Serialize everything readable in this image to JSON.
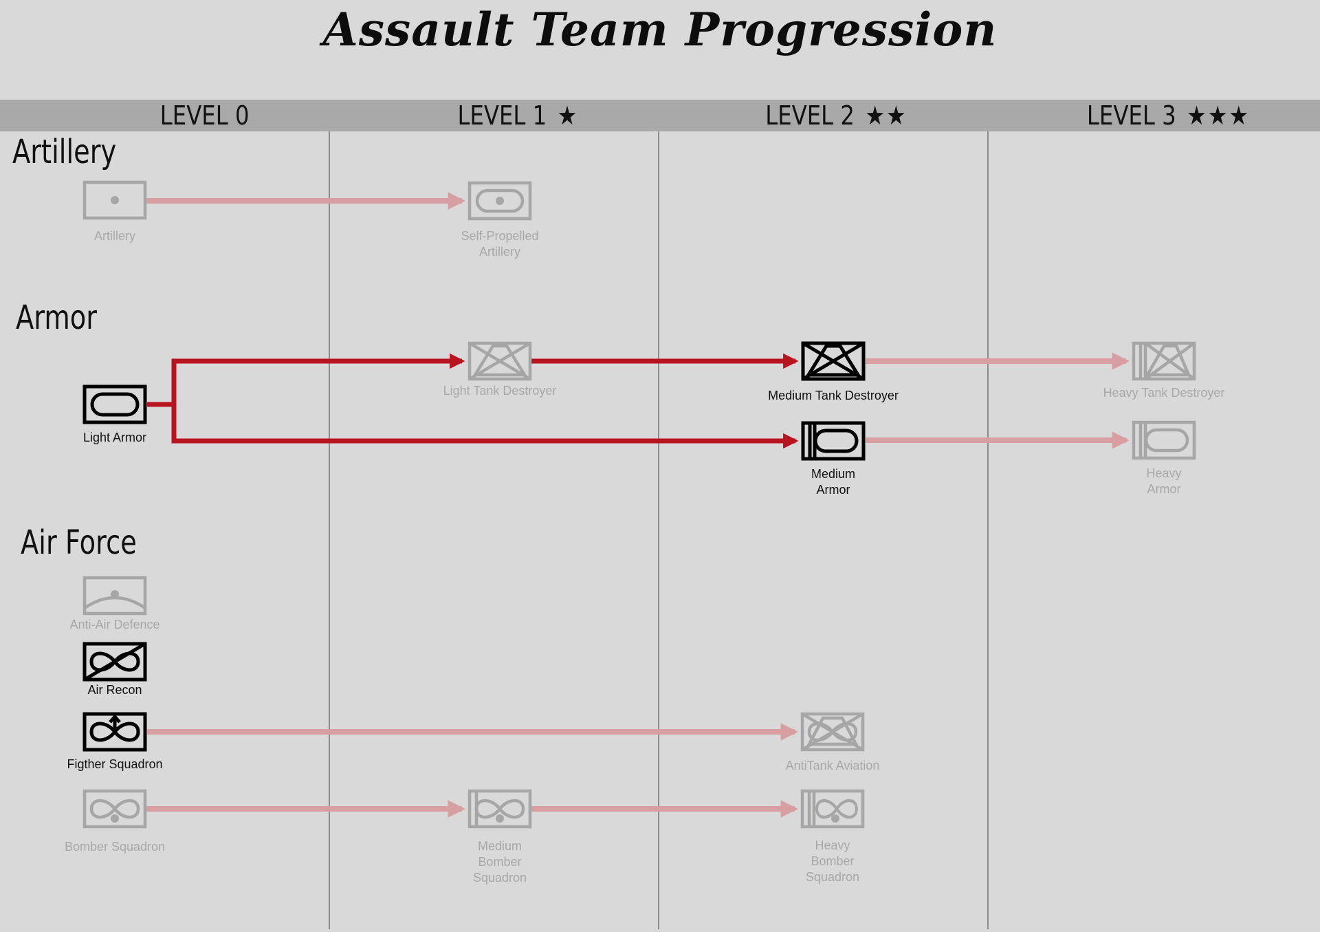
{
  "title": "Assault Team Progression",
  "levels": [
    {
      "label": "LEVEL 0",
      "stars": ""
    },
    {
      "label": "LEVEL 1",
      "stars": "★"
    },
    {
      "label": "LEVEL 2",
      "stars": "★★"
    },
    {
      "label": "LEVEL 3",
      "stars": "★★★"
    }
  ],
  "sections": {
    "artillery": "Artillery",
    "armor": "Armor",
    "air_force": "Air Force"
  },
  "units": {
    "artillery": {
      "label": "Artillery",
      "active": false,
      "symbol": "artillery"
    },
    "sp_artillery": {
      "label": "Self-Propelled\nArtillery",
      "active": false,
      "symbol": "sp-artillery"
    },
    "light_armor": {
      "label": "Light Armor",
      "active": true,
      "symbol": "armor"
    },
    "light_td": {
      "label": "Light Tank Destroyer",
      "active": false,
      "symbol": "tank-destroyer"
    },
    "medium_td": {
      "label": "Medium Tank Destroyer",
      "active": true,
      "symbol": "tank-destroyer"
    },
    "medium_armor": {
      "label": "Medium\nArmor",
      "active": true,
      "symbol": "medium-armor"
    },
    "heavy_td": {
      "label": "Heavy Tank Destroyer",
      "active": false,
      "symbol": "heavy-tank-destroyer"
    },
    "heavy_armor": {
      "label": "Heavy\nArmor",
      "active": false,
      "symbol": "medium-armor"
    },
    "anti_air": {
      "label": "Anti-Air Defence",
      "active": false,
      "symbol": "anti-air"
    },
    "air_recon": {
      "label": "Air Recon",
      "active": true,
      "symbol": "air-recon"
    },
    "fighter": {
      "label": "Figther Squadron",
      "active": true,
      "symbol": "fighter"
    },
    "bomber": {
      "label": "Bomber Squadron",
      "active": false,
      "symbol": "bomber"
    },
    "antitank_aviation": {
      "label": "AntiTank Aviation",
      "active": false,
      "symbol": "antitank-aviation"
    },
    "medium_bomber": {
      "label": "Medium\nBomber\nSquadron",
      "active": false,
      "symbol": "medium-bomber"
    },
    "heavy_bomber": {
      "label": "Heavy\nBomber\nSquadron",
      "active": false,
      "symbol": "heavy-bomber"
    }
  },
  "links": [
    {
      "from": "artillery",
      "to": "sp_artillery",
      "active": false
    },
    {
      "from": "light_armor",
      "to": "light_td",
      "active": true
    },
    {
      "from": "light_armor",
      "to": "medium_armor",
      "active": true
    },
    {
      "from": "light_td",
      "to": "medium_td",
      "active": true
    },
    {
      "from": "medium_td",
      "to": "heavy_td",
      "active": false
    },
    {
      "from": "medium_armor",
      "to": "heavy_armor",
      "active": false
    },
    {
      "from": "fighter",
      "to": "antitank_aviation",
      "active": false
    },
    {
      "from": "bomber",
      "to": "medium_bomber",
      "active": false
    },
    {
      "from": "medium_bomber",
      "to": "heavy_bomber",
      "active": false
    }
  ],
  "colors": {
    "active_link": "#b8141f",
    "inactive_link": "#d89fa3",
    "active_icon": "#000000",
    "inactive_icon": "#a6a6a6"
  }
}
